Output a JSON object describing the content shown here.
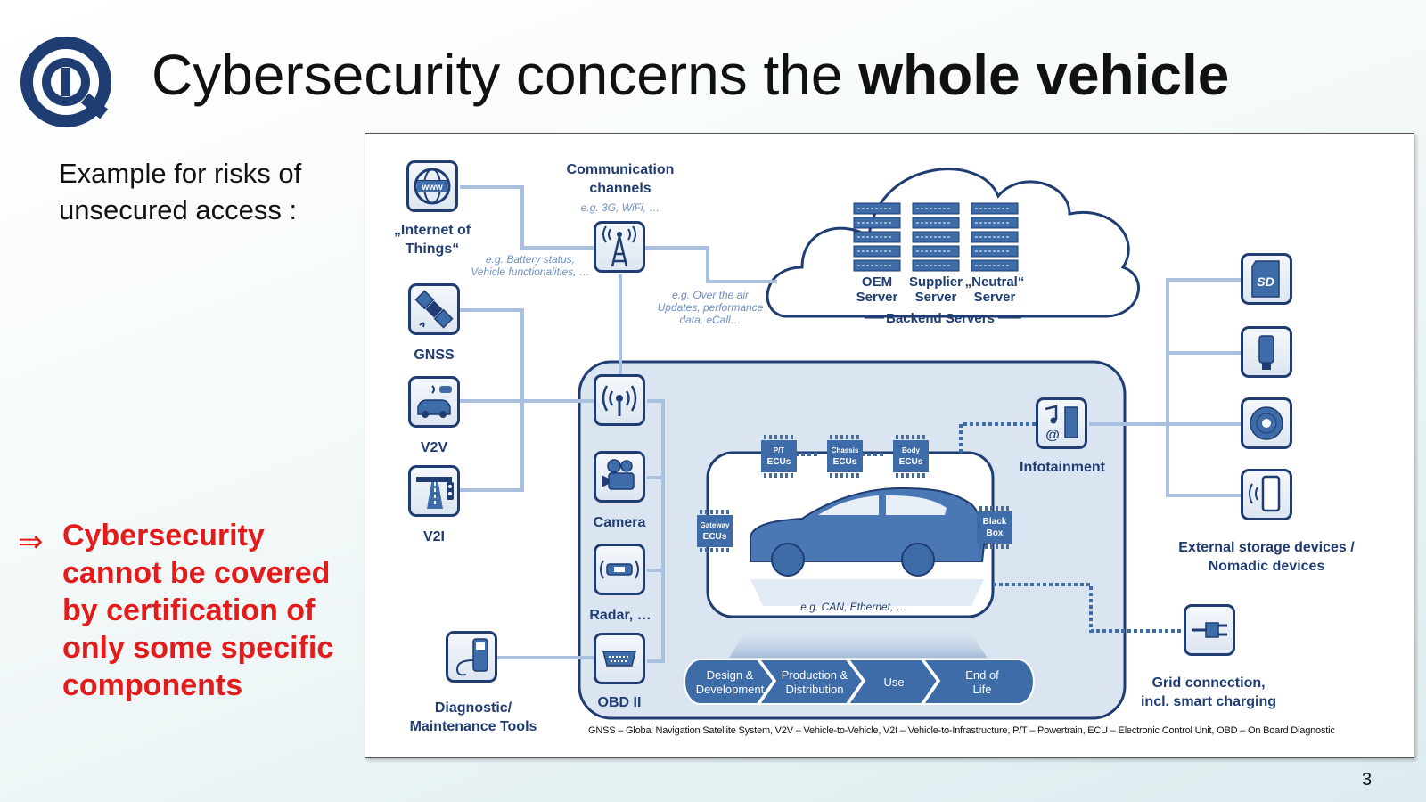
{
  "slide": {
    "title_regular": "Cybersecurity concerns the ",
    "title_bold": "whole vehicle",
    "intro_line1": "Example for risks of",
    "intro_line2": "unsecured access :",
    "conclusion_arrow": "⇒",
    "conclusion_lines": [
      "Cybersecurity",
      "cannot be covered",
      "by certification of",
      "only some specific",
      "components"
    ],
    "page_number": "3"
  },
  "diagram": {
    "left_sources": {
      "iot_label": [
        "„Internet of",
        "Things“"
      ],
      "iot_icon_text": "www",
      "gnss_label": "GNSS",
      "v2v_label": "V2V",
      "v2i_label": "V2I"
    },
    "comm": {
      "title": [
        "Communication",
        "channels"
      ],
      "note": "e.g. 3G, WiFi, …",
      "left_note": [
        "e.g. Battery status,",
        "Vehicle functionalities, …"
      ],
      "right_note": [
        "e.g. Over the air",
        "Updates, performance",
        "data, eCall…"
      ]
    },
    "backend": {
      "servers": [
        {
          "label": [
            "OEM",
            "Server"
          ]
        },
        {
          "label": [
            "Supplier",
            "Server"
          ]
        },
        {
          "label": [
            "„Neutral“",
            "Server"
          ]
        }
      ],
      "title": "Backend Servers"
    },
    "vehicle": {
      "interfaces": [
        "Camera",
        "Radar, …",
        "OBD II"
      ],
      "ecus": [
        {
          "top": "P/T",
          "bottom": "ECUs"
        },
        {
          "top": "Chassis",
          "bottom": "ECUs"
        },
        {
          "top": "Body",
          "bottom": "ECUs"
        }
      ],
      "gateway": {
        "top": "Gateway",
        "bottom": "ECUs"
      },
      "black_box": {
        "top": "Black",
        "bottom": "Box"
      },
      "bus_note": "e.g. CAN, Ethernet, …",
      "infotainment": "Infotainment"
    },
    "lifecycle": [
      [
        "Design &",
        "Development"
      ],
      [
        "Production &",
        "Distribution"
      ],
      [
        "Use"
      ],
      [
        "End of",
        "Life"
      ]
    ],
    "diagnostic_label": [
      "Diagnostic/",
      "Maintenance Tools"
    ],
    "external_label": [
      "External storage devices /",
      "Nomadic devices"
    ],
    "sd_icon_text": "SD",
    "grid_label": [
      "Grid connection,",
      "incl. smart charging"
    ],
    "footnote": "GNSS – Global Navigation Satellite System, V2V – Vehicle-to-Vehicle, V2I – Vehicle-to-Infrastructure, P/T – Powertrain, ECU – Electronic Control Unit, OBD – On Board Diagnostic"
  },
  "colors": {
    "dark_blue": "#1f3d72",
    "mid_blue": "#3e6ca8",
    "light_line": "#a9c0de",
    "note_blue": "#6d8fc2",
    "highlight_red": "#e31b1b"
  }
}
